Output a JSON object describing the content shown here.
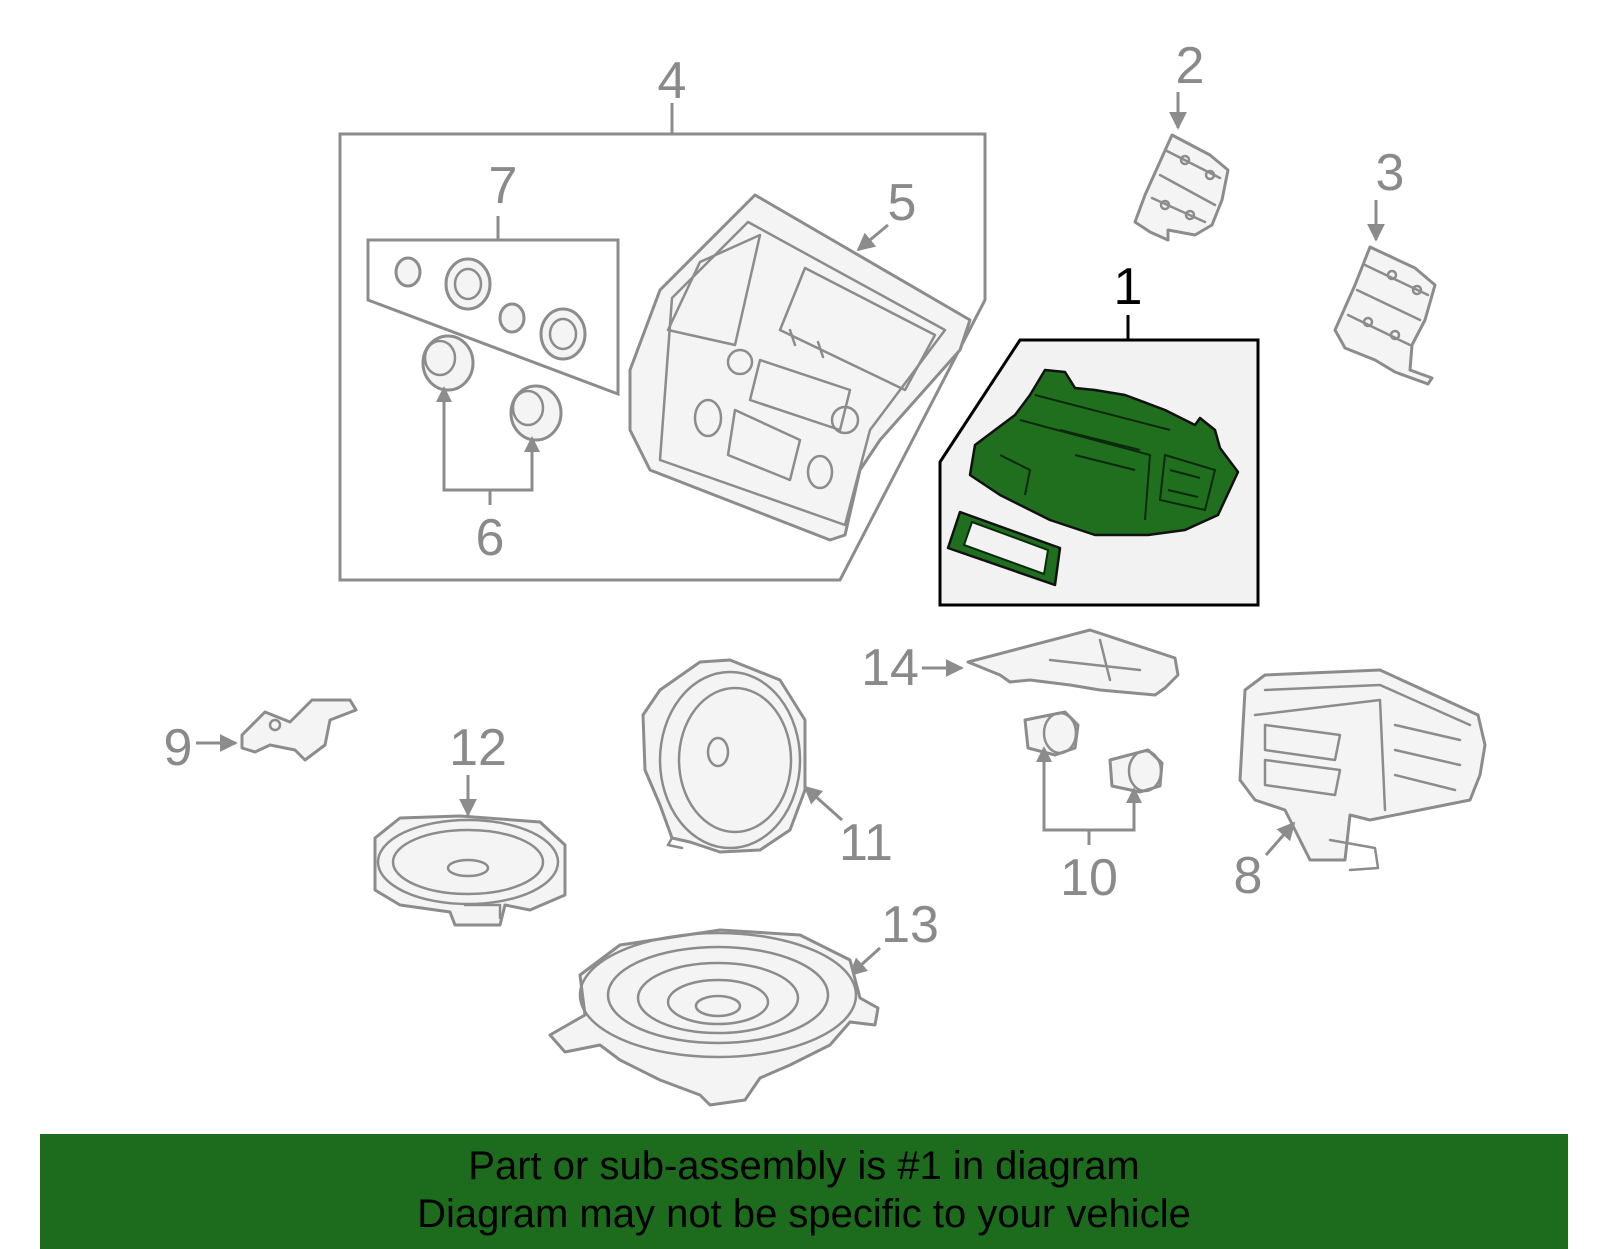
{
  "callouts": {
    "c1": "1",
    "c2": "2",
    "c3": "3",
    "c4": "4",
    "c5": "5",
    "c6": "6",
    "c7": "7",
    "c8": "8",
    "c9": "9",
    "c10": "10",
    "c11": "11",
    "c12": "12",
    "c13": "13",
    "c14": "14"
  },
  "highlighted_part": "1",
  "colors": {
    "highlight": "#1f6f1f",
    "outline": "#8c8c8c",
    "banner": "#1d6b1d"
  },
  "banner": {
    "line1": "Part or sub-assembly is #1 in diagram",
    "line2": "Diagram may not be specific to your vehicle"
  }
}
